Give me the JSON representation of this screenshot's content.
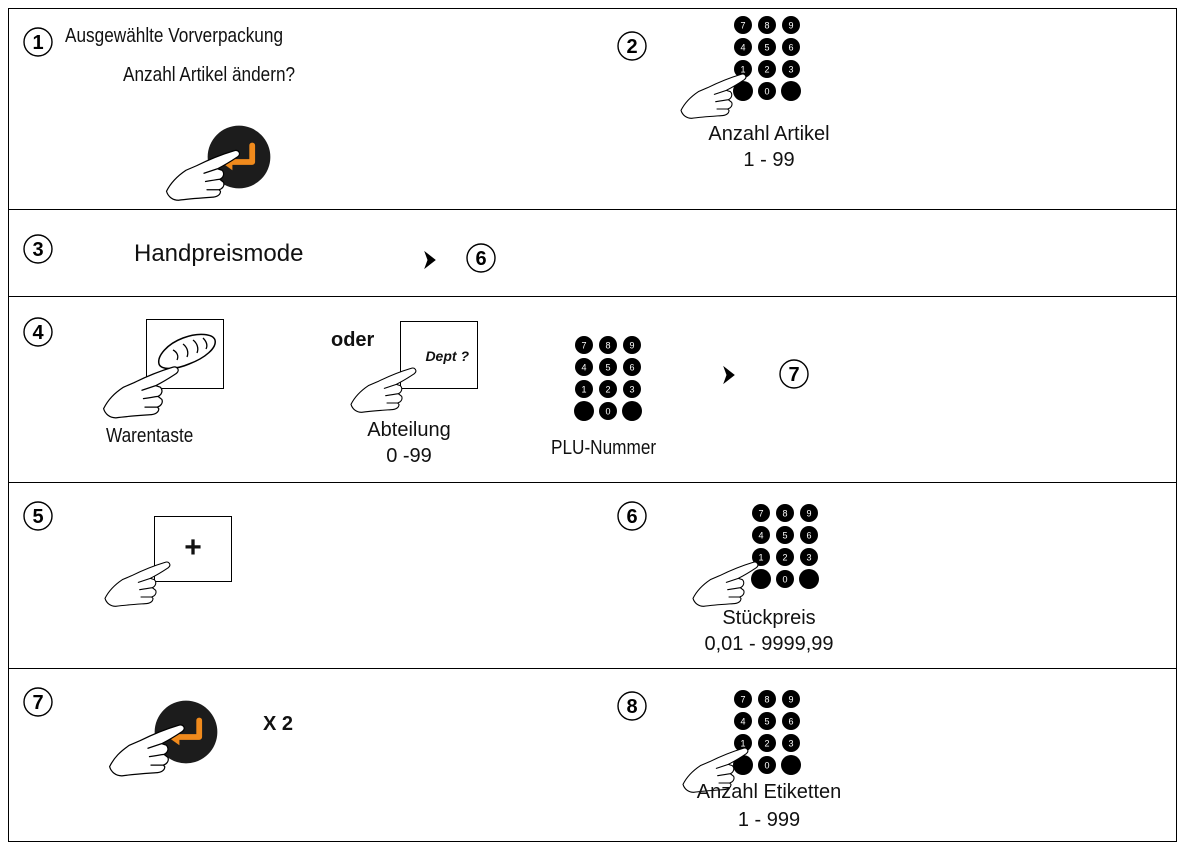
{
  "rows": [
    {
      "step_a": "1",
      "line1": "Ausgewählte Vorverpackung",
      "line2": "Anzahl Artikel ändern?",
      "step_b": "2",
      "keypad_label": "Anzahl Artikel",
      "keypad_range": "1 - 99"
    },
    {
      "step": "3",
      "title": "Handpreismode",
      "goto": "6"
    },
    {
      "step": "4",
      "key1_label": "Warentaste",
      "or_label": "oder",
      "dept_key_text": "Dept ?",
      "dept_label": "Abteilung",
      "dept_range": "0 -99",
      "plu_label": "PLU-Nummer",
      "goto": "7"
    },
    {
      "step_a": "5",
      "plus_key": "+",
      "step_b": "6",
      "keypad_label": "Stückpreis",
      "keypad_range": "0,01 - 9999,99"
    },
    {
      "step_a": "7",
      "times": "X 2",
      "step_b": "8",
      "keypad_label": "Anzahl Etiketten",
      "keypad_range": "1 - 999"
    }
  ],
  "keypad_digits": [
    "7",
    "8",
    "9",
    "4",
    "5",
    "6",
    "1",
    "2",
    "3",
    "0"
  ],
  "colors": {
    "enter_key": "#1c1c1c",
    "enter_arrow": "#f08a1c",
    "line": "#000000"
  },
  "icons": [
    "enter-key-icon",
    "hand-pointer-icon",
    "keypad-icon",
    "bread-icon",
    "arrow-right-icon"
  ]
}
